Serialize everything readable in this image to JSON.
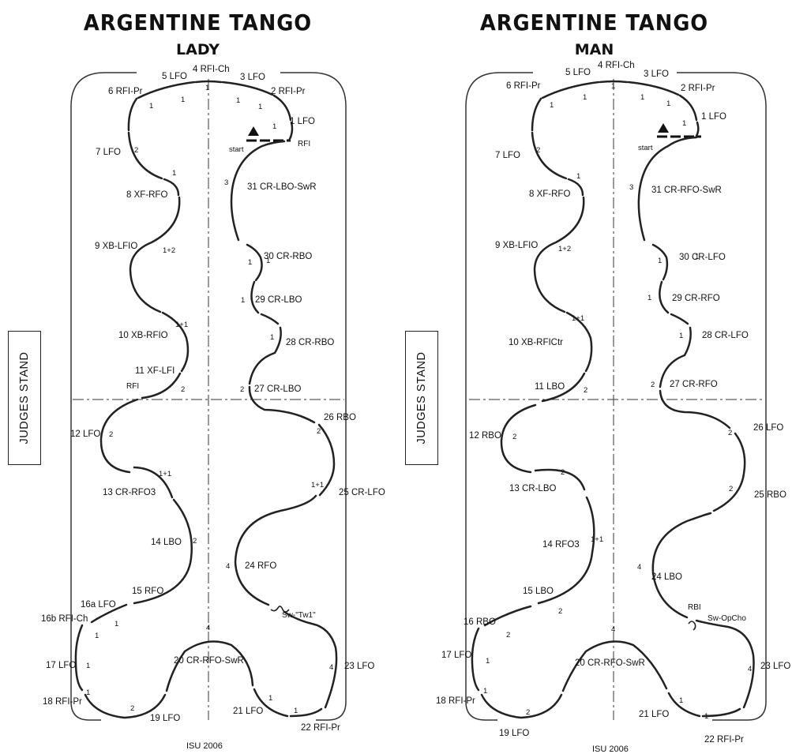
{
  "diagrams": [
    {
      "title": "ARGENTINE TANGO",
      "subtitle": "LADY",
      "judges": "JUDGES STAND",
      "footer": "ISU 2006",
      "start": "start",
      "labels": [
        "5 LFO",
        "4 RFI-Ch",
        "3 LFO",
        "6 RFI-Pr",
        "2 RFI-Pr",
        "1 LFO",
        "RFI",
        "7 LFO",
        "8 XF-RFO",
        "31 CR-LBO-SwR",
        "9 XB-LFIO",
        "30 CR-RBO",
        "29 CR-LBO",
        "10 XB-RFIO",
        "28 CR-RBO",
        "11 XF-LFI",
        "RFI",
        "27 CR-LBO",
        "26 RBO",
        "12 LFO",
        "13 CR-RFO3",
        "25 CR-LFO",
        "14 LBO",
        "24 RFO",
        "15 RFO",
        "16a LFO",
        "16b RFI-Ch",
        "Sw-\"Tw1\"",
        "17 LFO",
        "20 CR-RFO-SwR",
        "23 LFO",
        "18 RFI-Pr",
        "19 LFO",
        "21 LFO",
        "22 RFI-Pr"
      ],
      "counts": [
        "1",
        "1",
        "1",
        "1",
        "1",
        "1",
        "1",
        "2",
        "1",
        "3",
        "1+2",
        "1",
        "1",
        "1+1",
        "1",
        "2",
        "2",
        "2",
        "1+1",
        "2",
        "1+1",
        "4",
        "2",
        "1",
        "1",
        "1",
        "4",
        "4",
        "1",
        "2",
        "1",
        "1"
      ]
    },
    {
      "title": "ARGENTINE TANGO",
      "subtitle": "MAN",
      "judges": "JUDGES STAND",
      "footer": "ISU 2006",
      "start": "start",
      "labels": [
        "5 LFO",
        "4 RFI-Ch",
        "3 LFO",
        "6 RFI-Pr",
        "2 RFI-Pr",
        "1 LFO",
        "7 LFO",
        "8 XF-RFO",
        "31 CR-RFO-SwR",
        "9 XB-LFIO",
        "30 CR-LFO",
        "29 CR-RFO",
        "10 XB-RFICtr",
        "28 CR-LFO",
        "11 LBO",
        "27 CR-RFO",
        "12 RBO",
        "26 LFO",
        "13 CR-LBO",
        "25 RBO",
        "14 RFO3",
        "24 LBO",
        "15 LBO",
        "RBI",
        "Sw-OpCho",
        "16 RBO",
        "17 LFO",
        "20 CR-RFO-SwR",
        "23 LFO",
        "18 RFI-Pr",
        "21 LFO",
        "19 LFO",
        "22 RFI-Pr"
      ],
      "counts": [
        "1",
        "1",
        "1",
        "1",
        "1",
        "1",
        "1",
        "2",
        "1",
        "3",
        "1+2",
        "1",
        "1",
        "1+1",
        "1",
        "2",
        "2",
        "2",
        "2",
        "2",
        "2",
        "1+1",
        "4",
        "2",
        "2",
        "4",
        "1",
        "4",
        "1",
        "1",
        "2",
        "1"
      ]
    }
  ]
}
